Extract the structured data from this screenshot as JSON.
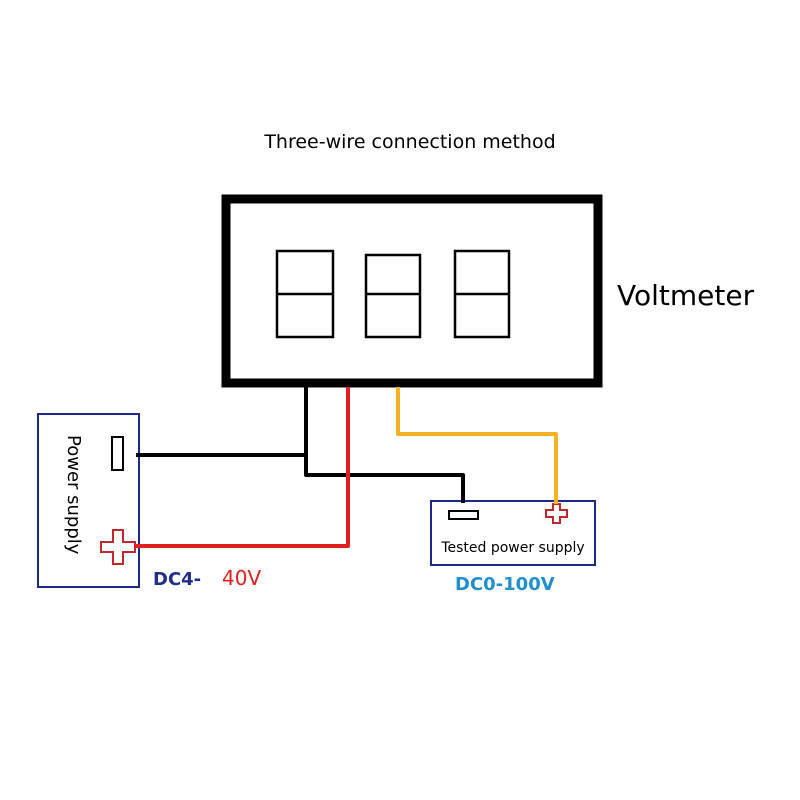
{
  "title": "Three-wire connection method",
  "voltmeter": {
    "label": "Voltmeter"
  },
  "power_supply": {
    "label": "Power supply",
    "range_prefix": "DC4-",
    "range_suffix": "40V"
  },
  "tested_supply": {
    "label": "Tested power supply",
    "range": "DC0-100V"
  },
  "colors": {
    "frame": "#000000",
    "box_border": "#1e2a8a",
    "red_wire": "#e31e1e",
    "yellow_wire": "#f5b324",
    "black_wire": "#000000",
    "terminal_red": "#c2272d",
    "dc4_text": "#1f2d8c",
    "v40_text": "#e31e1e",
    "dc100_text": "#1f8fd1"
  },
  "icons": {
    "negative_terminal": "minus-terminal-icon",
    "positive_terminal": "plus-terminal-icon"
  }
}
